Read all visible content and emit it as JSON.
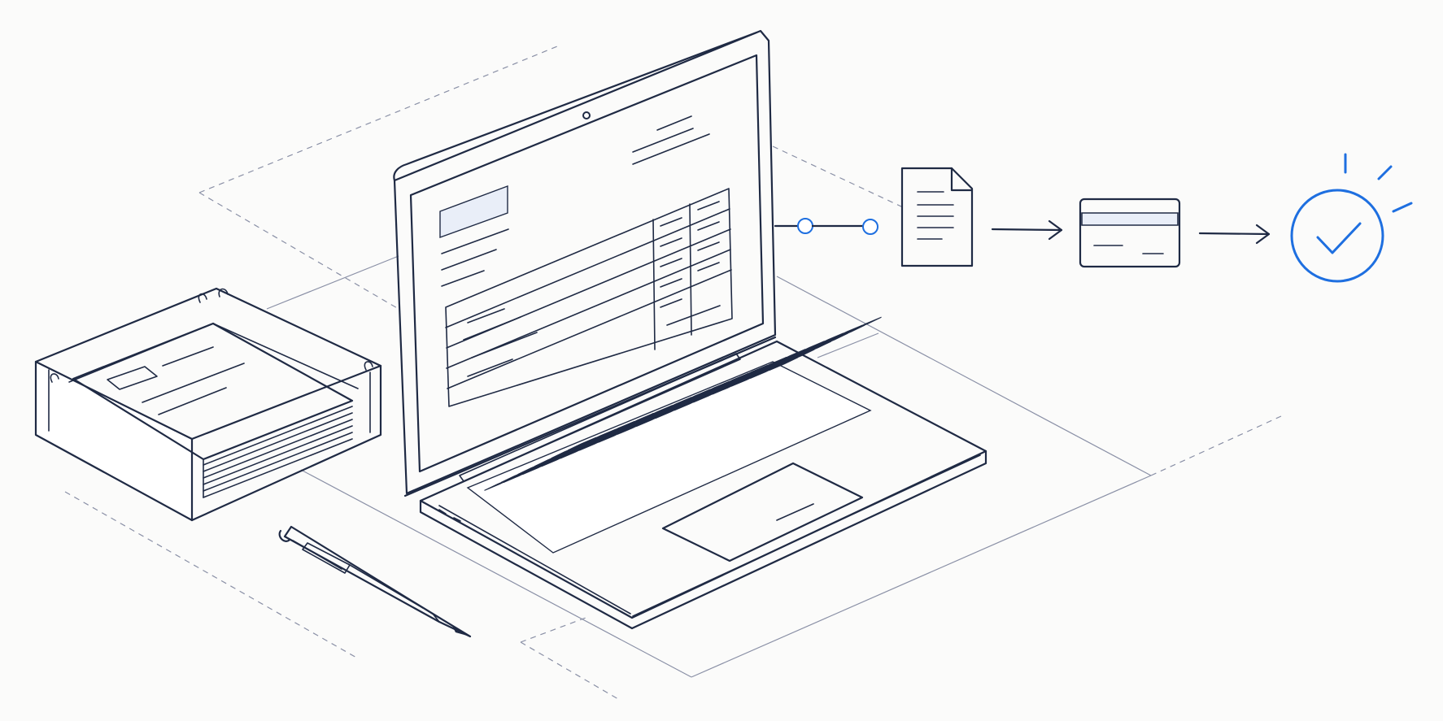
{
  "scene": {
    "elements": [
      "binder-tray",
      "pen",
      "laptop",
      "connector",
      "document",
      "credit-card",
      "checkmark-badge"
    ]
  },
  "colors": {
    "ink": "#1f2a44",
    "accent": "#1e6fe0",
    "panel": "#e9eef8",
    "guide": "#8a90a6",
    "background": "#fbfbfa"
  },
  "icons": {
    "document": "document-icon",
    "card": "credit-card-icon",
    "status": "check-circle-icon"
  }
}
